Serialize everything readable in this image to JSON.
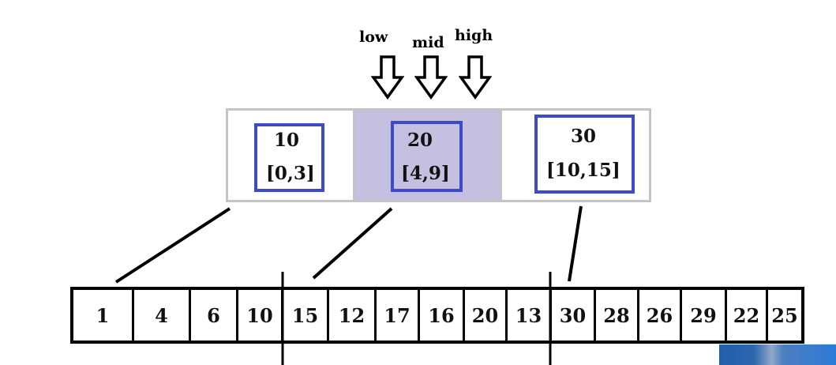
{
  "pointers": {
    "low": "low",
    "mid": "mid",
    "high": "high"
  },
  "index_blocks": [
    {
      "key": "10",
      "range": "[0,3]",
      "highlighted": false
    },
    {
      "key": "20",
      "range": "[4,9]",
      "highlighted": true
    },
    {
      "key": "30",
      "range": "[10,15]",
      "highlighted": false
    }
  ],
  "array": [
    "1",
    "4",
    "6",
    "10",
    "15",
    "12",
    "17",
    "16",
    "20",
    "13",
    "30",
    "28",
    "26",
    "29",
    "22",
    "25"
  ],
  "colors": {
    "highlight": "#c6c0e0",
    "box_border": "#3c4bc8",
    "outer_border": "#c4c4c4"
  }
}
